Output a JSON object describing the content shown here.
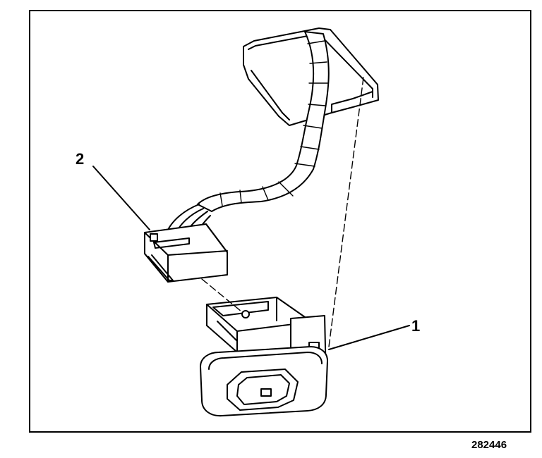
{
  "callouts": [
    {
      "id": "1",
      "label": "1"
    },
    {
      "id": "2",
      "label": "2"
    }
  ],
  "figure_id": "282446"
}
